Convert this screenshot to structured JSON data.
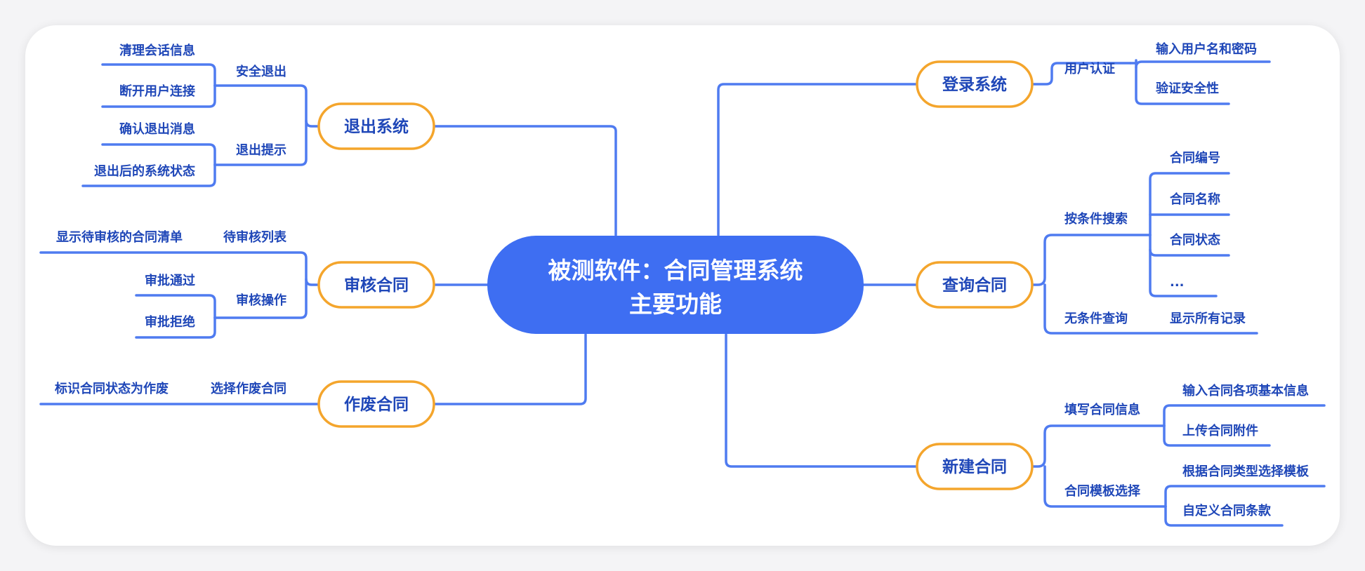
{
  "colors": {
    "line": "#4f7bf0",
    "center_fill": "#3e6ef2",
    "branch_border": "#f4a52c",
    "text": "#1f47b8"
  },
  "center": {
    "line1": "被测软件：合同管理系统",
    "line2": "主要功能"
  },
  "right_branches": [
    {
      "label": "登录系统",
      "groups": [
        {
          "label": "用户认证",
          "items": [
            "输入用户名和密码",
            "验证安全性"
          ]
        }
      ]
    },
    {
      "label": "查询合同",
      "groups": [
        {
          "label": "按条件搜索",
          "items": [
            "合同编号",
            "合同名称",
            "合同状态",
            "..."
          ]
        },
        {
          "label": "无条件查询",
          "items": [
            "显示所有记录"
          ]
        }
      ]
    },
    {
      "label": "新建合同",
      "groups": [
        {
          "label": "填写合同信息",
          "items": [
            "输入合同各项基本信息",
            "上传合同附件"
          ]
        },
        {
          "label": "合同模板选择",
          "items": [
            "根据合同类型选择模板",
            "自定义合同条款"
          ]
        }
      ]
    }
  ],
  "left_branches": [
    {
      "label": "退出系统",
      "groups": [
        {
          "label": "安全退出",
          "items": [
            "清理会话信息",
            "断开用户连接"
          ]
        },
        {
          "label": "退出提示",
          "items": [
            "确认退出消息",
            "退出后的系统状态"
          ]
        }
      ]
    },
    {
      "label": "审核合同",
      "groups": [
        {
          "label": "待审核列表",
          "items": [
            "显示待审核的合同清单"
          ]
        },
        {
          "label": "审核操作",
          "items": [
            "审批通过",
            "审批拒绝"
          ]
        }
      ]
    },
    {
      "label": "作废合同",
      "groups": [
        {
          "label": "选择作废合同",
          "items": [
            "标识合同状态为作废"
          ]
        }
      ]
    }
  ]
}
